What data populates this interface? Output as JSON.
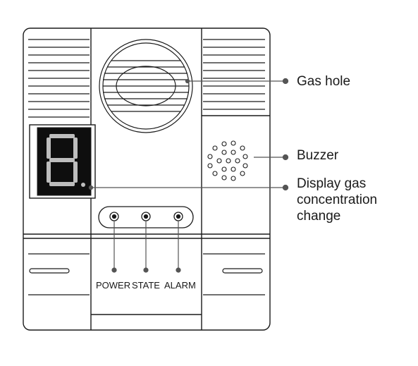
{
  "callouts": {
    "gas_hole": "Gas hole",
    "buzzer": "Buzzer",
    "display_line1": "Display gas",
    "display_line2": "concentration",
    "display_line3": "change"
  },
  "indicators": {
    "power": "POWER",
    "state": "STATE",
    "alarm": "ALARM"
  },
  "colors": {
    "outline": "#1a1a1a",
    "leader": "#555555",
    "display_bg": "#0e0e0e",
    "segment": "#bdbdbd"
  },
  "display_digit": "8"
}
